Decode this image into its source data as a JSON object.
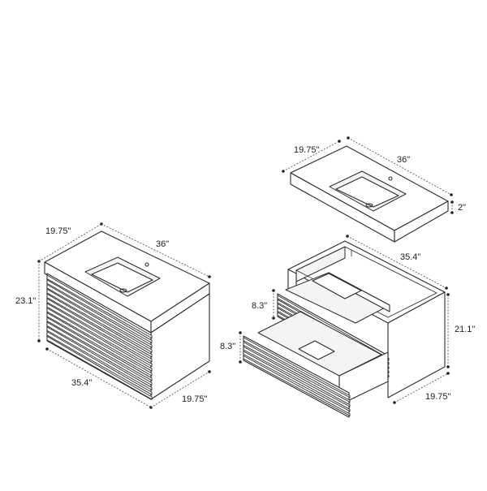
{
  "diagram": {
    "assembled_view": {
      "depth_top": "19.75\"",
      "width_top": "36\"",
      "height": "23.1\"",
      "width_bottom": "35.4\"",
      "depth_bottom": "19.75\""
    },
    "exploded_view": {
      "countertop_depth": "19.75\"",
      "countertop_width": "36\"",
      "countertop_thickness": "2\"",
      "cabinet_width": "35.4\"",
      "cabinet_height": "21.1\"",
      "cabinet_depth": "19.75\"",
      "upper_drawer_height": "8.3\"",
      "lower_drawer_height": "8.3\""
    }
  }
}
